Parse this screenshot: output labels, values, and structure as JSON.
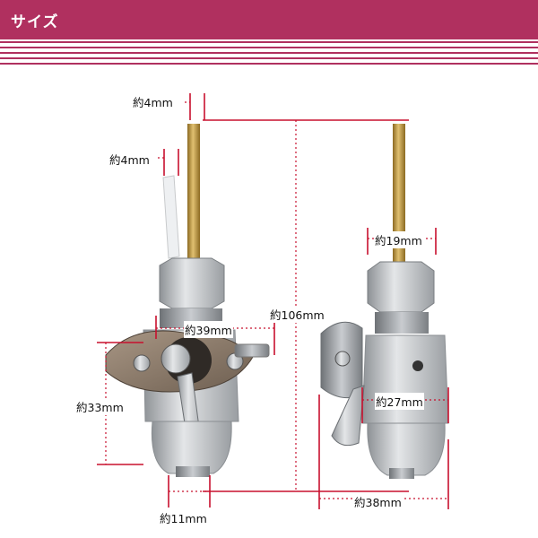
{
  "header": {
    "title": "サイズ",
    "color": "#b0305f"
  },
  "dimensions": {
    "outlet_top": "約4mm",
    "outlet_side": "約4mm",
    "hex_width": "約19mm",
    "total_height": "約106mm",
    "mount_width": "約39mm",
    "body_height": "約33mm",
    "bowl_width": "約27mm",
    "depth": "約38mm",
    "bottom_width": "約11mm"
  },
  "colors": {
    "dimension_line": "#c8102e",
    "guide_dotted": "#c8102e",
    "brass": "#b8943a",
    "metal": "#b9bcc0",
    "gasket": "#8a7a6a"
  }
}
